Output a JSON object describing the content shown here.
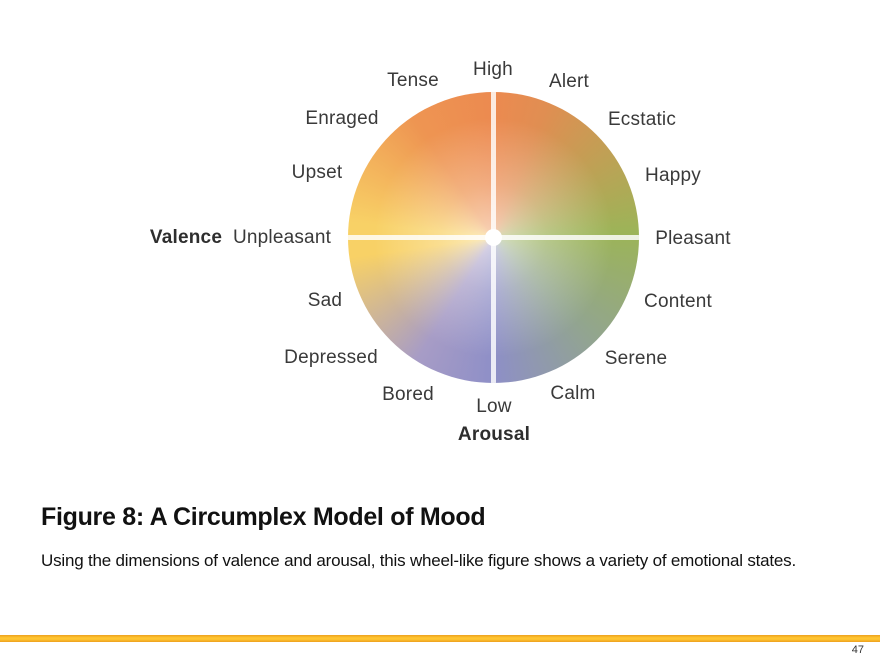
{
  "slide": {
    "figure_title": "Figure 8: A Circumplex Model of Mood",
    "caption": "Using the dimensions of valence and arousal, this wheel-like figure shows a variety of emotional states.",
    "page_number": "47",
    "accent_bar_color": "#FFC531"
  },
  "wheel": {
    "quadrant_colors": {
      "top": "#EC8A50",
      "right": "#9CB458",
      "bottom": "#8E8FC7",
      "left": "#F8D166"
    },
    "axis_names": {
      "horizontal": "Valence",
      "vertical": "Arousal"
    },
    "labels": {
      "high": "High",
      "low": "Low",
      "unpleasant": "Unpleasant",
      "pleasant": "Pleasant",
      "valence": "Valence",
      "arousal": "Arousal",
      "tense": "Tense",
      "alert": "Alert",
      "enraged": "Enraged",
      "ecstatic": "Ecstatic",
      "upset": "Upset",
      "happy": "Happy",
      "sad": "Sad",
      "content": "Content",
      "depressed": "Depressed",
      "serene": "Serene",
      "bored": "Bored",
      "calm": "Calm"
    }
  }
}
